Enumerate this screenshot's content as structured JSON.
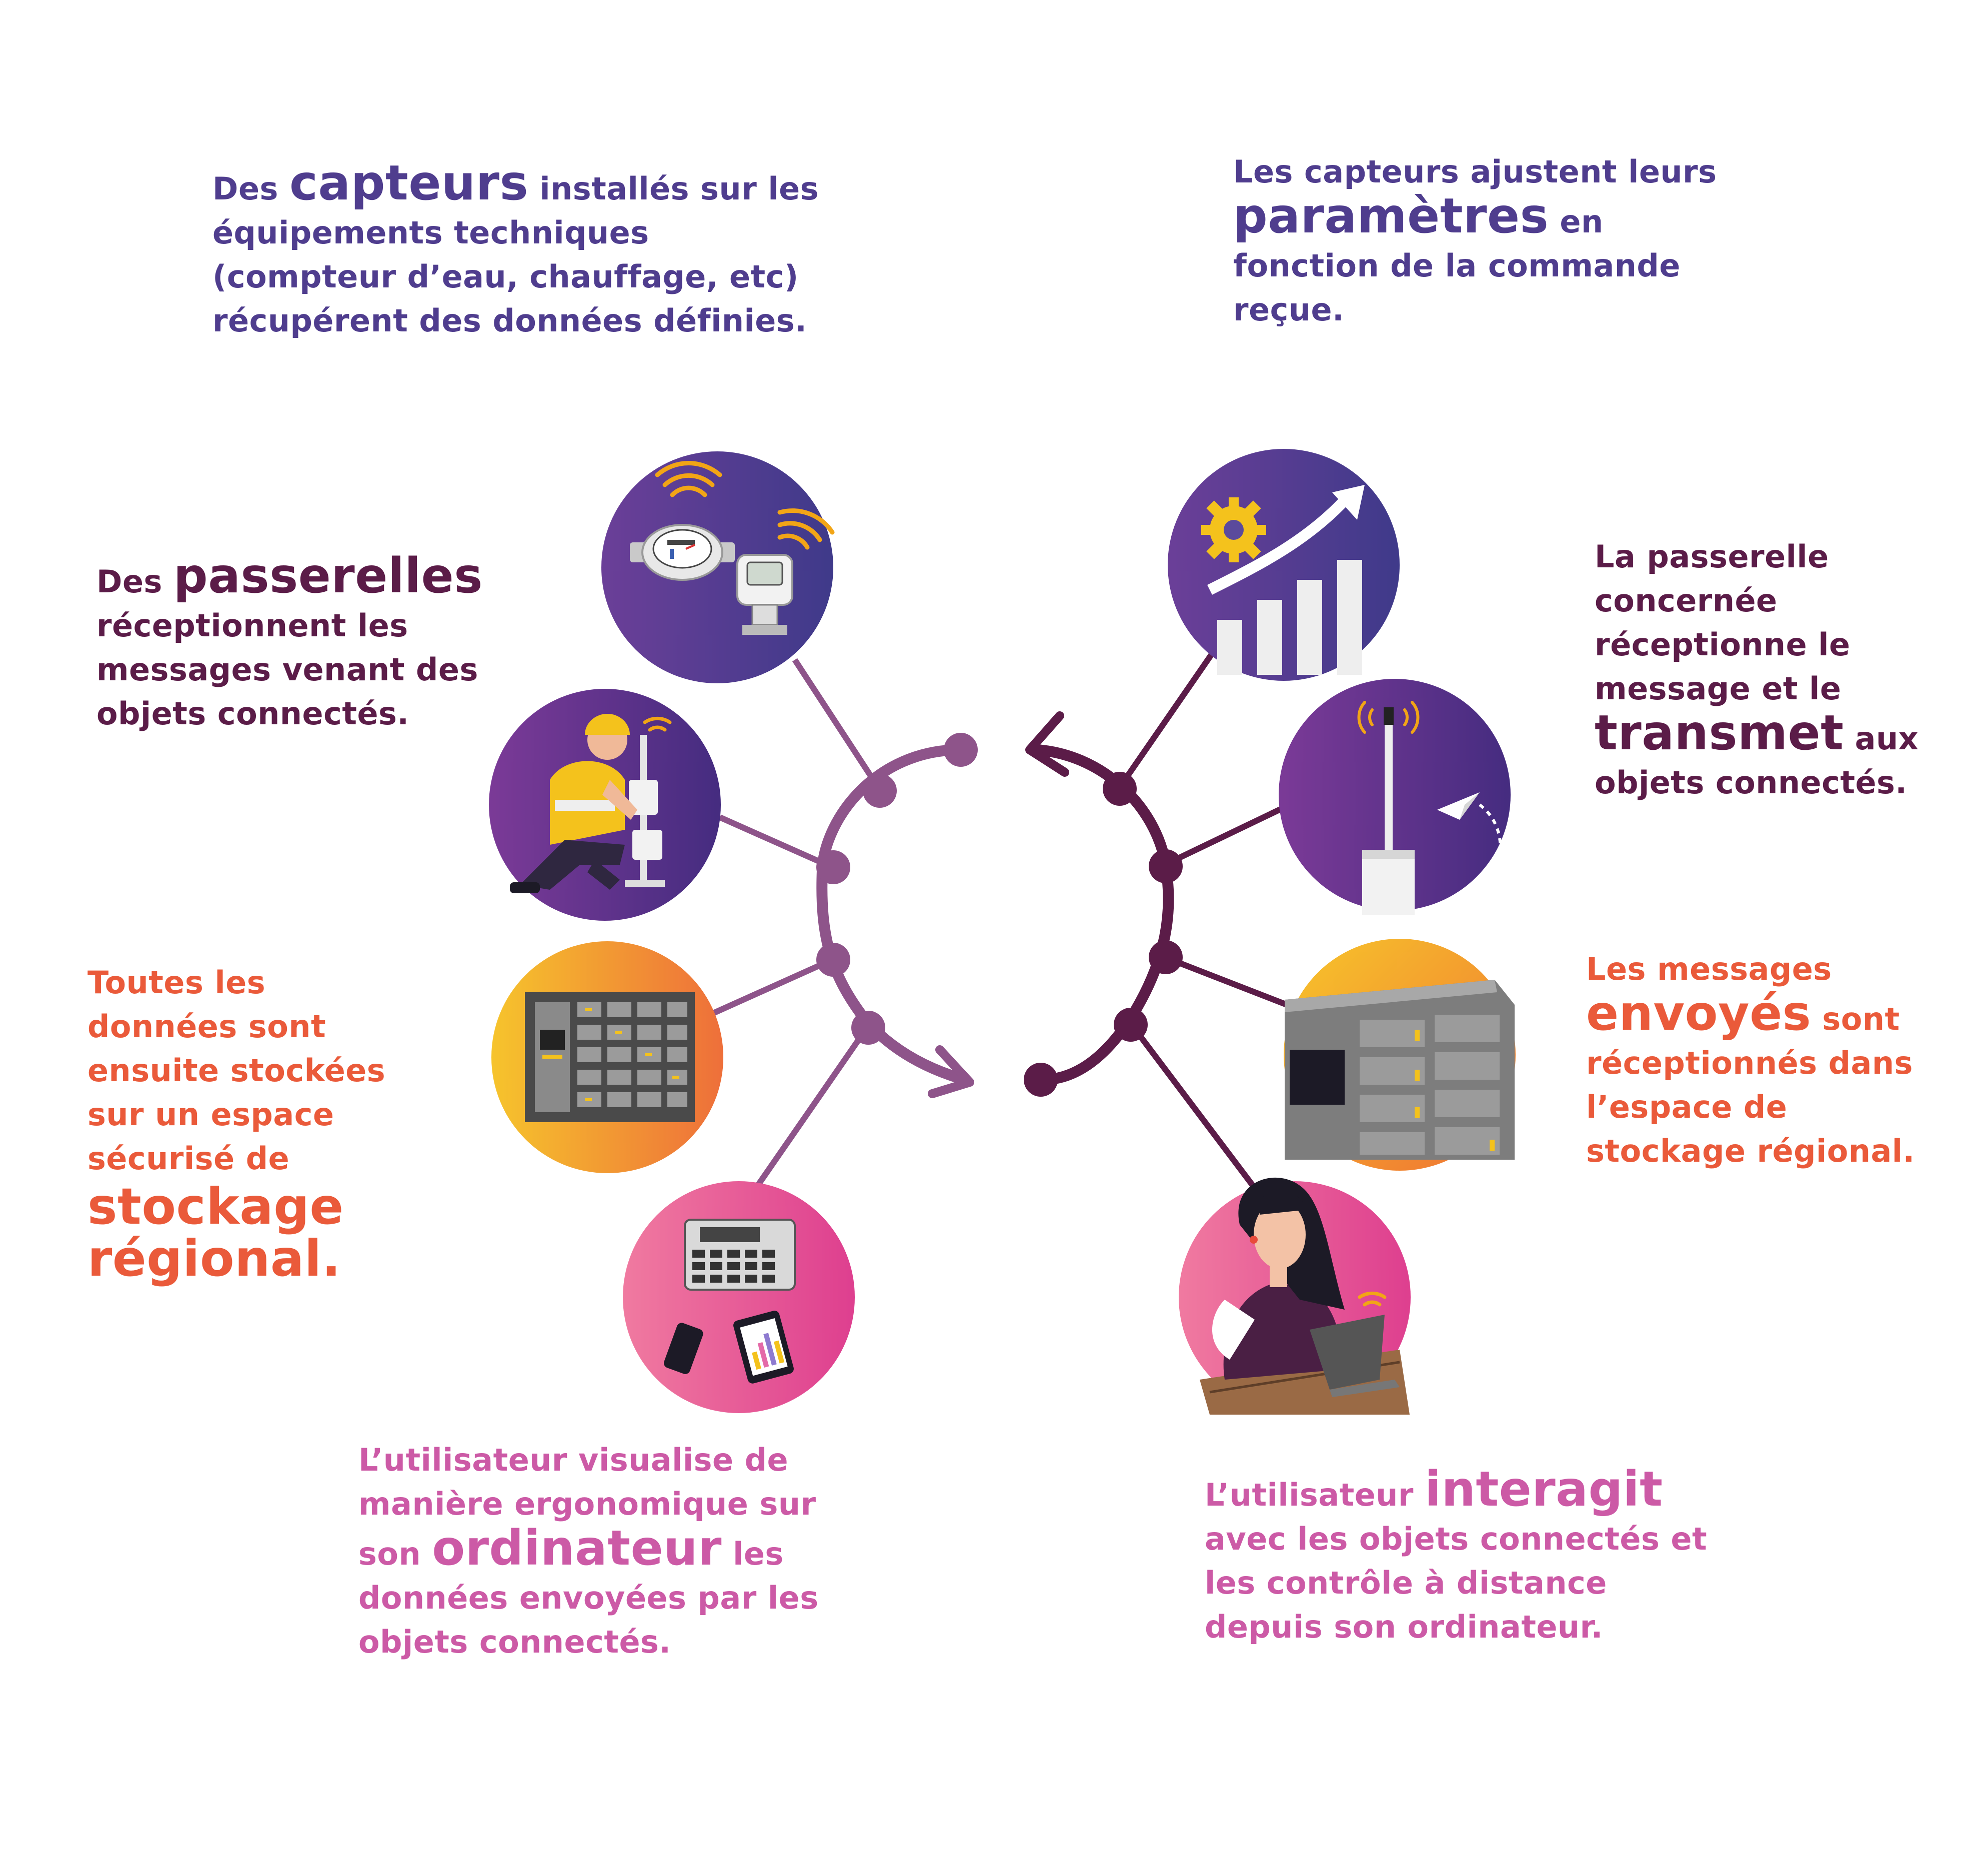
{
  "colors": {
    "violet": "#4f3d8e",
    "plum": "#5b1c48",
    "orange": "#ea5a3a",
    "pink": "#cc5aa6",
    "left_arc": "#8e548a",
    "right_arc": "#5b1c48"
  },
  "steps": {
    "capteurs": {
      "pre": "Des",
      "emph": "capteurs",
      "post": "installés sur les",
      "l2": "équipements techniques",
      "l3": "(compteur d’eau, chauffage, etc)",
      "l4": "récupérent des données définies."
    },
    "passerelles": {
      "pre": "Des",
      "emph": "passerelles",
      "l2": "réceptionnent les",
      "l3": "messages venant des",
      "l4": "objets connectés."
    },
    "stockage": {
      "l1": "Toutes les",
      "l2": "données sont",
      "l3": "ensuite stockées",
      "l4": "sur un espace",
      "l5": "sécurisé de",
      "emph1": "stockage",
      "emph2": "régional."
    },
    "visualise": {
      "l1": "L’utilisateur visualise de",
      "l2": "manière ergonomique sur",
      "pre": "son",
      "emph": "ordinateur",
      "post": "les",
      "l4": "données envoyées par les",
      "l5": "objets connectés."
    },
    "parametres": {
      "l1": "Les capteurs ajustent leurs",
      "emph": "paramètres",
      "post": "en",
      "l3": "fonction de la commande",
      "l4": "reçue."
    },
    "transmet": {
      "l1": "La passerelle",
      "l2": "concernée",
      "l3": "réceptionne le",
      "l4": "message et le",
      "emph": "transmet",
      "post": "aux",
      "l6": "objets connectés."
    },
    "envoyes": {
      "l1": "Les messages",
      "emph": "envoyés",
      "post": "sont",
      "l3": "réceptionnés dans",
      "l4": "l’espace de",
      "l5": "stockage régional."
    },
    "interagit": {
      "pre": "L’utilisateur",
      "emph": "interagit",
      "l2": "avec les objets connectés et",
      "l3": "les contrôle à distance",
      "l4": "depuis son ordinateur."
    }
  },
  "icons": {
    "wifi": "wifi-signal-icon",
    "water_meter": "water-meter-icon",
    "thermostat": "thermostat-valve-icon",
    "technician": "technician-icon",
    "server": "server-cabinet-icon",
    "devices": "devices-icon",
    "gear": "gear-icon",
    "growth": "growth-chart-icon",
    "antenna": "antenna-gateway-icon",
    "paper_plane": "paper-plane-icon",
    "datacenter": "datacenter-icon",
    "woman_laptop": "woman-laptop-icon"
  }
}
